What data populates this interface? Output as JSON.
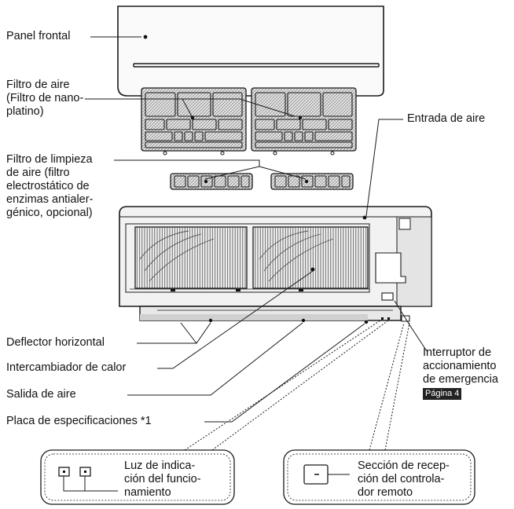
{
  "labels": {
    "front_panel": "Panel frontal",
    "air_filter": "Filtro de aire\n(Filtro de nano-\nplatino)",
    "air_inlet": "Entrada de aire",
    "cleaning_filter": "Filtro de limpieza\nde aire (filtro\nelectrostático de\nenzimas antialer-\ngénico, opcional)",
    "horizontal_vane": "Deflector horizontal",
    "heat_exchanger": "Intercambiador de calor",
    "air_outlet": "Salida de aire",
    "spec_plate": "Placa de especificaciones *1",
    "emergency_switch": "Interruptor de\naccionamiento\nde emergencia",
    "page_ref": "Página 4",
    "operation_light": "Luz de indica-\nción del funcio-\nnamiento",
    "remote_receiver": "Sección de recep-\nción del controla-\ndor remoto"
  },
  "colors": {
    "line": "#1a1a1a",
    "unit_fill": "#f2f2f2",
    "unit_shade": "#d0d0d0",
    "badge_bg": "#222222"
  }
}
